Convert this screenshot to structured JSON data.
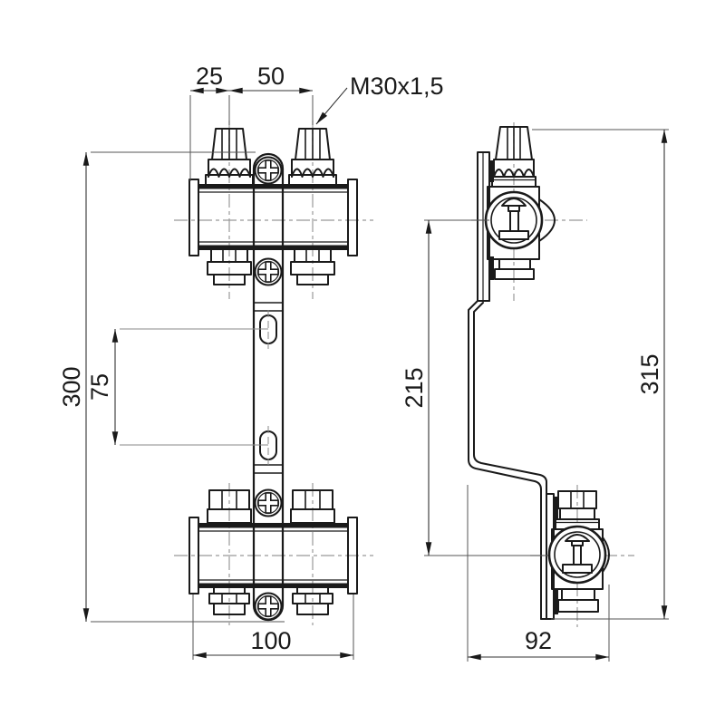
{
  "dims": {
    "offset_25": "25",
    "spacing_50": "50",
    "thread_label": "M30x1,5",
    "bracket_height_300": "300",
    "slot_spacing_75": "75",
    "width_100": "100",
    "axis_distance_215": "215",
    "overall_height_315": "315",
    "depth_92": "92"
  },
  "colors": {
    "line": "#1a1a1a",
    "dimension_line": "#333333",
    "centerline": "#999999",
    "background": "#ffffff"
  }
}
